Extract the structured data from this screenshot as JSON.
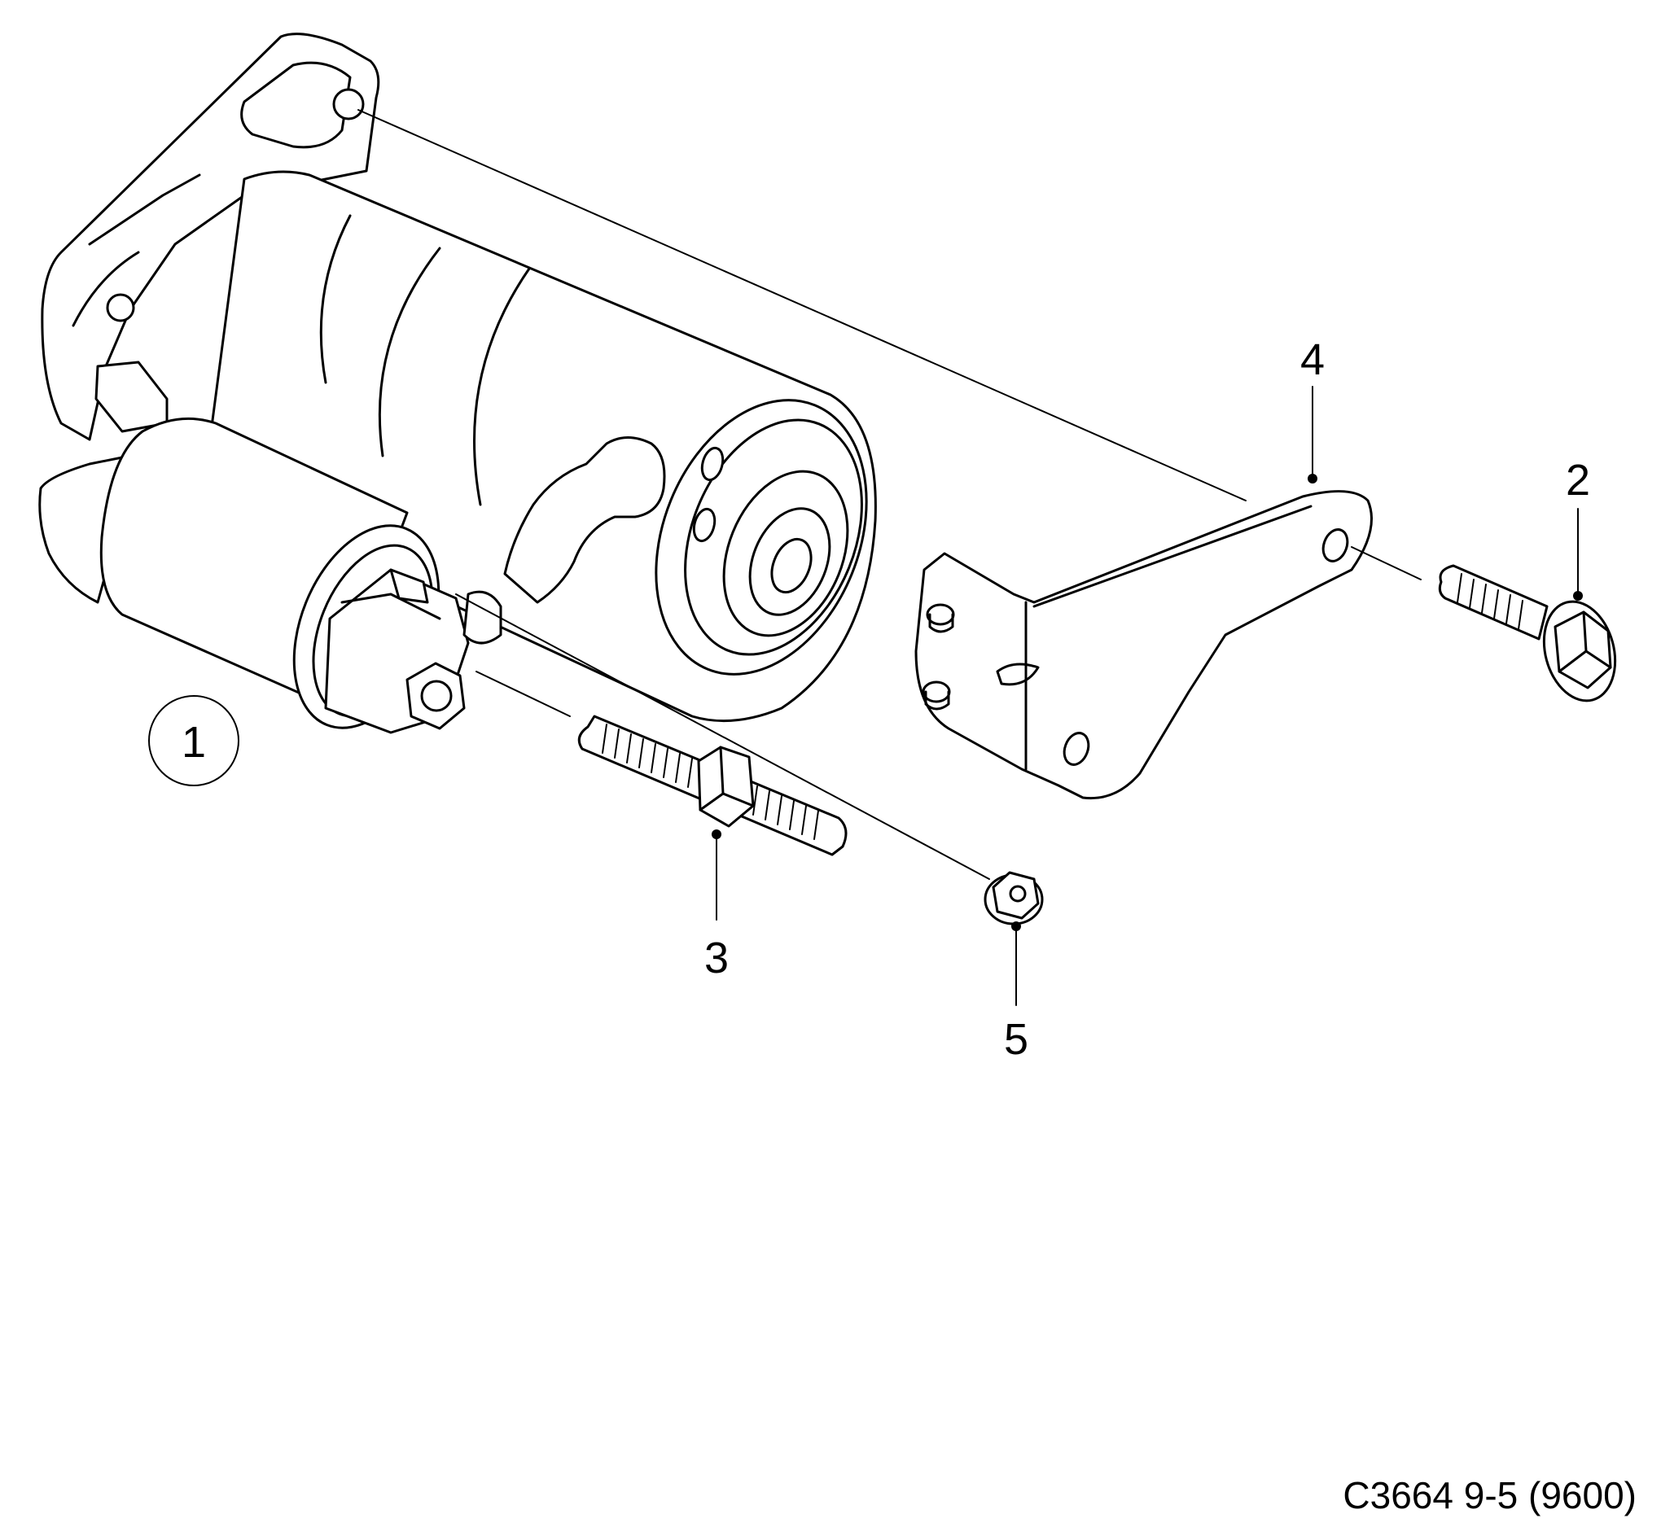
{
  "diagram": {
    "callouts": [
      {
        "id": "1",
        "label": "1"
      },
      {
        "id": "2",
        "label": "2"
      },
      {
        "id": "3",
        "label": "3"
      },
      {
        "id": "4",
        "label": "4"
      },
      {
        "id": "5",
        "label": "5"
      }
    ],
    "reference": "C3664 9-5 (9600)"
  }
}
